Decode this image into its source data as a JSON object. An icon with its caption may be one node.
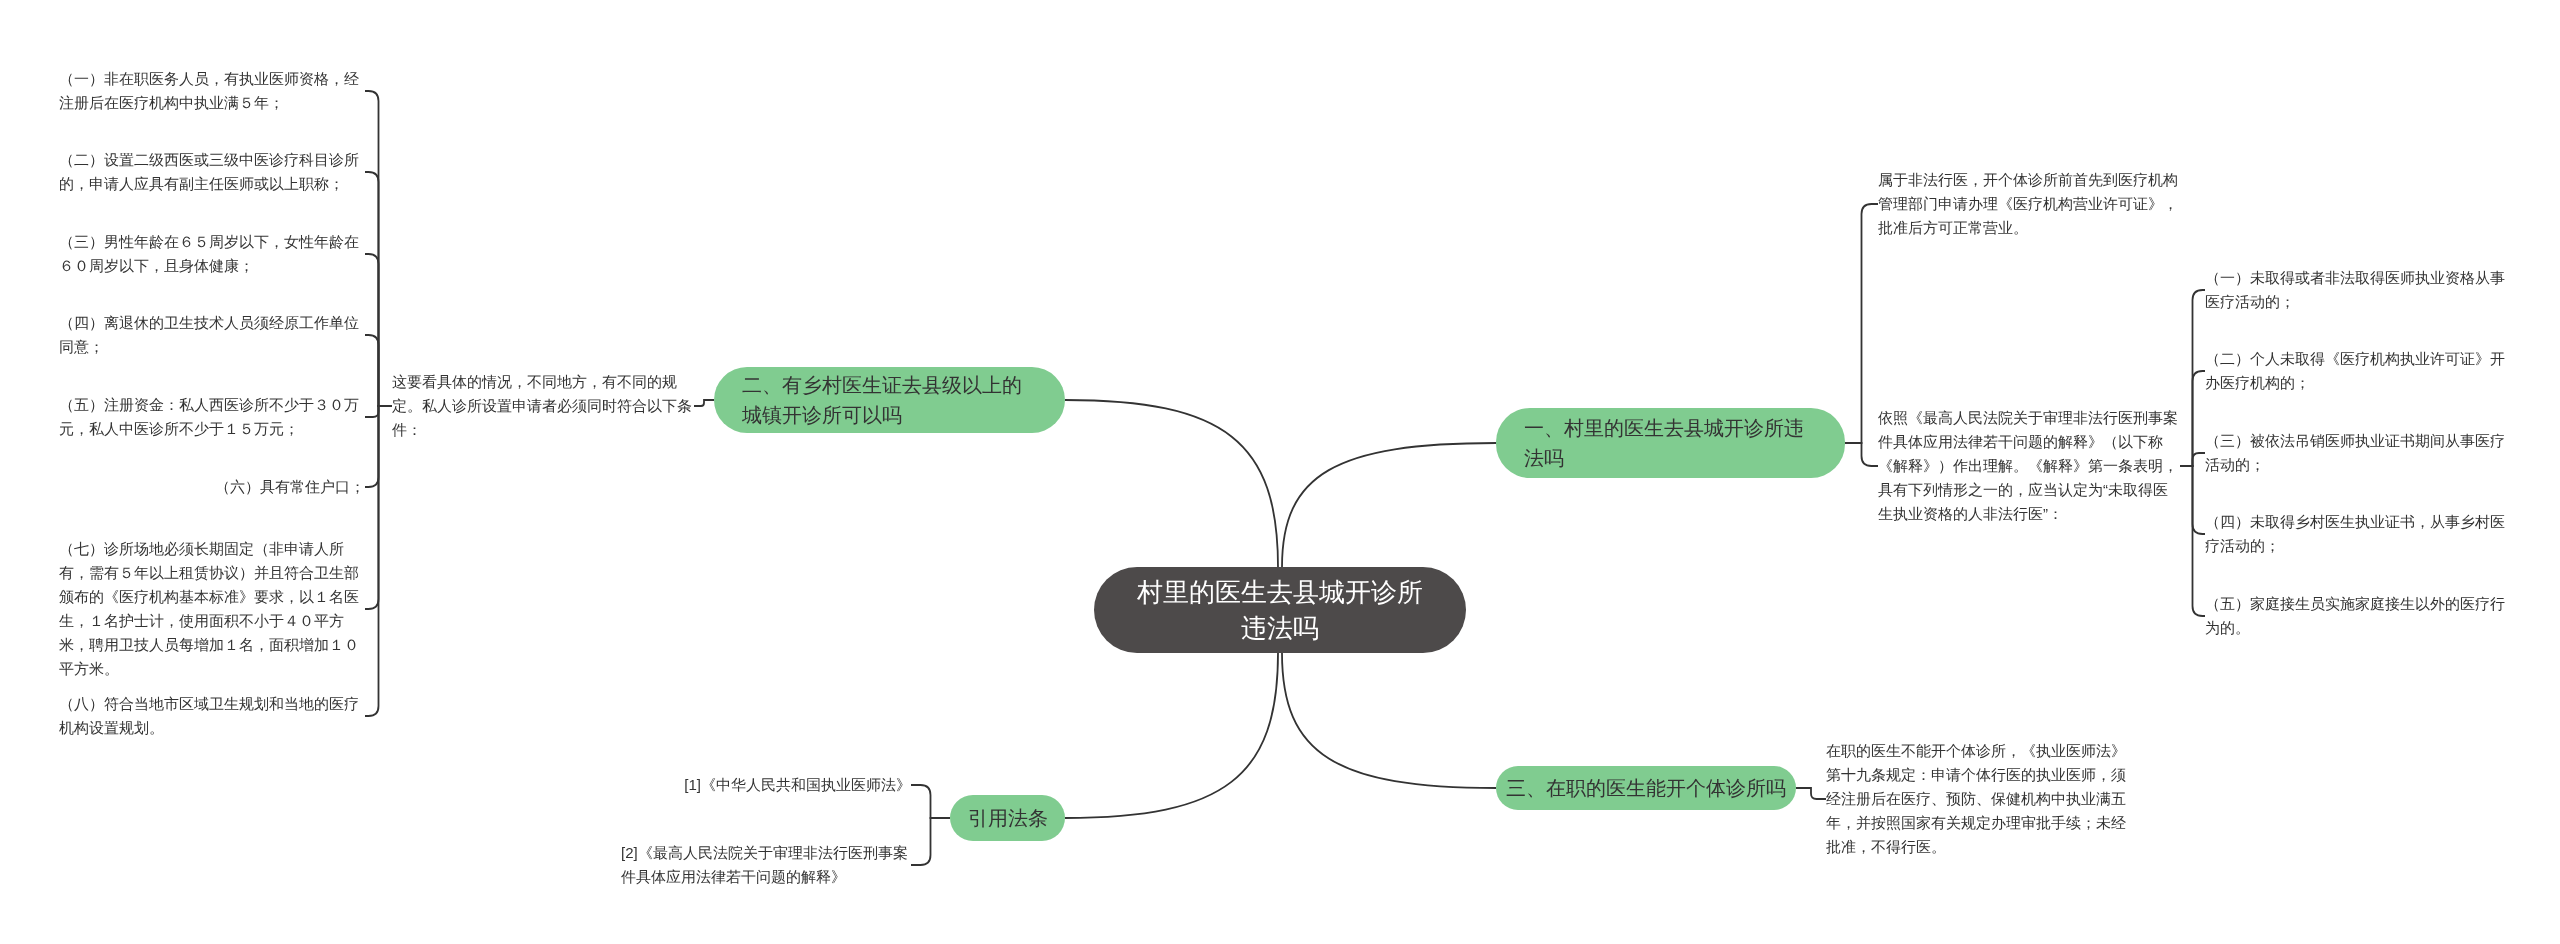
{
  "diagram": {
    "nodes": [
      {
        "text": [
          "村里的医生去县城开诊所违法吗"
        ]
      },
      {
        "text": [
          "一、村里的医生去县城开诊所违法吗"
        ]
      },
      {
        "text": [
          "属于非法行医，开个体诊所前首先到医疗机构管理部门申请办理《医疗机构营业许可证》，批准后方可正常营业。"
        ]
      },
      {
        "text": [
          "依照《最高人民法院关于审理非法行医刑事案件具体应用法律若干问题的解释》（以下称《解释》）作出理解。《解释》第一条表明，具有下列情形之一的，应当认定为“未取得医生执业资格的人非法行医”："
        ]
      },
      {
        "text": [
          "（一）未取得或者非法取得医师执业资格从事医疗活动的；"
        ]
      },
      {
        "text": [
          "（二）个人未取得《医疗机构执业许可证》开办医疗机构的；"
        ]
      },
      {
        "text": [
          "（三）被依法吊销医师执业证书期间从事医疗活动的；"
        ]
      },
      {
        "text": [
          "（四）未取得乡村医生执业证书，从事乡村医疗活动的；"
        ]
      },
      {
        "text": [
          "（五）家庭接生员实施家庭接生以外的医疗行为的。"
        ]
      },
      {
        "text": [
          "二、有乡村医生证去县级以上的城镇开诊所可以吗"
        ]
      },
      {
        "text": [
          "这要看具体的情况，不同地方，有不同的规定。私人诊所设置申请者必须同时符合以下条件："
        ]
      },
      {
        "text": [
          "（一）非在职医务人员，有执业医师资格，经注册后在医疗机构中执业满５年；"
        ]
      },
      {
        "text": [
          "（二）设置二级西医或三级中医诊疗科目诊所的，申请人应具有副主任医师或以上职称；"
        ]
      },
      {
        "text": [
          "（三）男性年龄在６５周岁以下，女性年龄在６０周岁以下，且身体健康；"
        ]
      },
      {
        "text": [
          "（四）离退休的卫生技术人员须经原工作单位同意；"
        ]
      },
      {
        "text": [
          "（五）注册资金：私人西医诊所不少于３０万元，私人中医诊所不少于１５万元；"
        ]
      },
      {
        "text": [
          "（六）具有常住户口；"
        ]
      },
      {
        "text": [
          "（七）诊所场地必须长期固定（非申请人所有，需有５年以上租赁协议）并且符合卫生部颁布的《医疗机构基本标准》要求，以１名医生，１名护士计，使用面积不小于４０平方米，聘用卫技人员每增加１名，面积增加１０平方米。"
        ]
      },
      {
        "text": [
          "（八）符合当地市区域卫生规划和当地的医疗机构设置规划。"
        ]
      },
      {
        "text": [
          "三、在职的医生能开个体诊所吗"
        ]
      },
      {
        "text": [
          "在职的医生不能开个体诊所，《执业医师法》第十九条规定：申请个体行医的执业医师，须经注册后在医疗、预防、保健机构中执业满五年，并按照国家有关规定办理审批手续；未经批准，不得行医。"
        ]
      },
      {
        "text": [
          "引用法条"
        ]
      },
      {
        "text": [
          "[1]《中华人民共和国执业医师法》"
        ]
      },
      {
        "text": [
          "[2]《最高人民法院关于审理非法行医刑事案件具体应用法律若干问题的解释》"
        ]
      }
    ],
    "edges": [
      {
        "from": 0,
        "to": 1,
        "arrow": "none"
      },
      {
        "from": 1,
        "to": 2,
        "arrow": "none"
      },
      {
        "from": 1,
        "to": 3,
        "arrow": "none"
      },
      {
        "from": 3,
        "to": 4,
        "arrow": "none"
      },
      {
        "from": 3,
        "to": 5,
        "arrow": "none"
      },
      {
        "from": 3,
        "to": 6,
        "arrow": "none"
      },
      {
        "from": 3,
        "to": 7,
        "arrow": "none"
      },
      {
        "from": 3,
        "to": 8,
        "arrow": "none"
      },
      {
        "from": 0,
        "to": 9,
        "arrow": "none"
      },
      {
        "from": 9,
        "to": 10,
        "arrow": "none"
      },
      {
        "from": 10,
        "to": 11,
        "arrow": "none"
      },
      {
        "from": 10,
        "to": 12,
        "arrow": "none"
      },
      {
        "from": 10,
        "to": 13,
        "arrow": "none"
      },
      {
        "from": 10,
        "to": 14,
        "arrow": "none"
      },
      {
        "from": 10,
        "to": 15,
        "arrow": "none"
      },
      {
        "from": 10,
        "to": 16,
        "arrow": "none"
      },
      {
        "from": 10,
        "to": 17,
        "arrow": "none"
      },
      {
        "from": 10,
        "to": 18,
        "arrow": "none"
      },
      {
        "from": 0,
        "to": 19,
        "arrow": "none"
      },
      {
        "from": 19,
        "to": 20,
        "arrow": "none"
      },
      {
        "from": 0,
        "to": 21,
        "arrow": "none"
      },
      {
        "from": 21,
        "to": 22,
        "arrow": "none"
      },
      {
        "from": 21,
        "to": 23,
        "arrow": "none"
      }
    ]
  }
}
